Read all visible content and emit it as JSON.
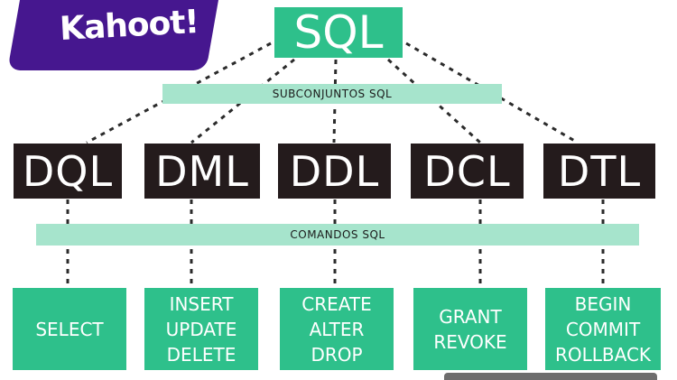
{
  "logo": {
    "text": "Kahoot!"
  },
  "root": {
    "label": "SQL"
  },
  "subsets_band": {
    "label": "SUBCONJUNTOS SQL"
  },
  "commands_band": {
    "label": "COMANDOS SQL"
  },
  "categories": [
    {
      "label": "DQL",
      "commands": [
        "SELECT"
      ]
    },
    {
      "label": "DML",
      "commands": [
        "INSERT",
        "UPDATE",
        "DELETE"
      ]
    },
    {
      "label": "DDL",
      "commands": [
        "CREATE",
        "ALTER",
        "DROP"
      ]
    },
    {
      "label": "DCL",
      "commands": [
        "GRANT",
        "REVOKE"
      ]
    },
    {
      "label": "DTL",
      "commands": [
        "BEGIN",
        "COMMIT",
        "ROLLBACK"
      ]
    }
  ],
  "colors": {
    "green": "#2ec08b",
    "light_green": "#a6e4cc",
    "dark": "#241b1c",
    "kahoot_purple": "#46178f"
  }
}
